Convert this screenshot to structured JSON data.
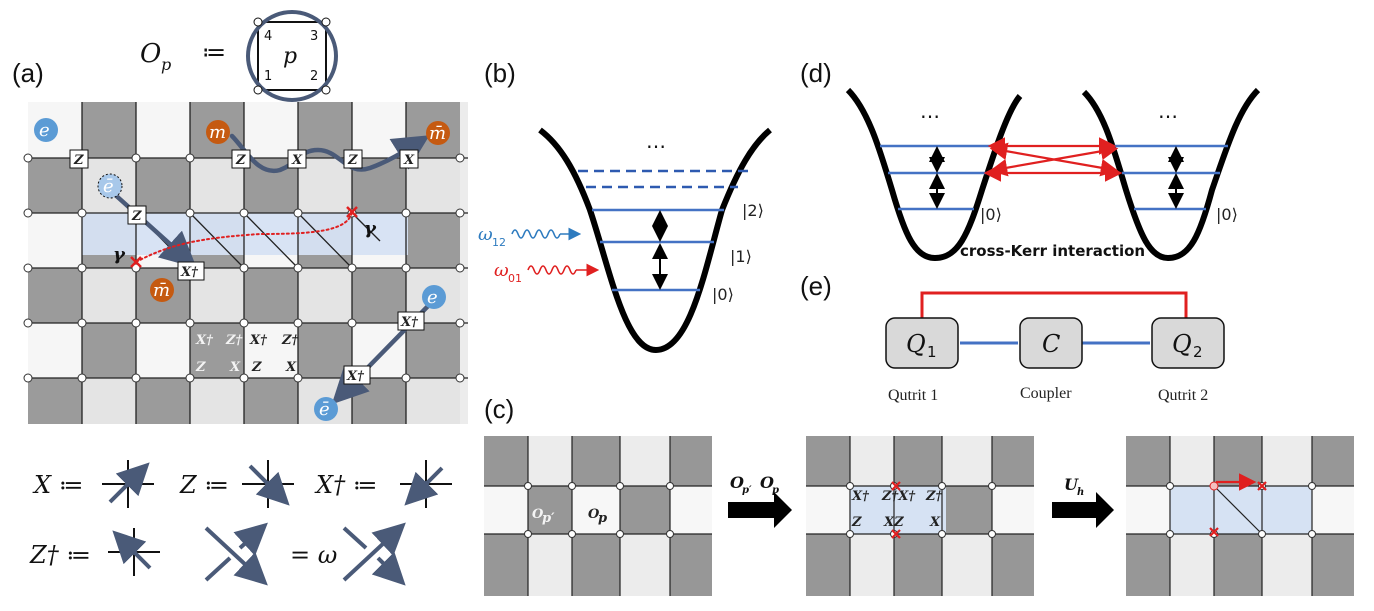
{
  "panels": {
    "a": "(a)",
    "b": "(b)",
    "c": "(c)",
    "d": "(d)",
    "e": "(e)"
  },
  "plaquette_def": {
    "lhs": "O",
    "lhs_sub": "p",
    "assign": "≔",
    "center": "p",
    "corners": [
      "4",
      "3",
      "1",
      "2"
    ]
  },
  "lattice_a": {
    "particles": [
      "e",
      "m",
      "m̄",
      "ē",
      "m̄",
      "e",
      "ē"
    ],
    "ops": [
      "Z",
      "Z",
      "X",
      "Z",
      "X",
      "Z",
      "X†",
      "X†",
      "X†"
    ],
    "gamma": "γ",
    "grid_ops": {
      "row1": [
        "X†",
        "Z†",
        "X†",
        "Z†"
      ],
      "row2": [
        "Z",
        "X",
        "Z",
        "X"
      ]
    }
  },
  "legend_ops": [
    "X ≔",
    "Z ≔",
    "X† ≔",
    "Z† ≔"
  ],
  "braid_rel": "= ω",
  "panel_b": {
    "dots": "…",
    "levels": [
      "|2⟩",
      "|1⟩",
      "|0⟩"
    ],
    "drives": [
      {
        "label": "ω",
        "sub": "12",
        "color": "#2e7bbf"
      },
      {
        "label": "ω",
        "sub": "01",
        "color": "#e02020"
      }
    ]
  },
  "panel_c": {
    "ops_left": [
      "O",
      "O"
    ],
    "ops_left_sub": [
      "p′",
      "p"
    ],
    "arrow1": "O",
    "arrow1_full": [
      "p′",
      "O",
      "p"
    ],
    "arrow2": "U",
    "arrow2_sub": "h",
    "mid_row1": [
      "X†",
      "Z†X†",
      "Z†"
    ],
    "mid_row2": [
      "Z",
      "XZ",
      "X"
    ]
  },
  "panel_d": {
    "dots": [
      "…",
      "…"
    ],
    "kets": [
      "|0⟩",
      "|0⟩"
    ],
    "caption": "cross-Kerr interaction"
  },
  "panel_e": {
    "nodes": [
      "Q",
      "C",
      "Q"
    ],
    "subs": [
      "1",
      "",
      "2"
    ],
    "captions": [
      "Qutrit 1",
      "Coupler",
      "Qutrit 2"
    ]
  },
  "colors": {
    "dark_tile": "#979797",
    "light_tile": "#ececec",
    "white_tile": "#f7f7f7",
    "highlight": "#d6e2f3",
    "blue": "#4472c4",
    "red": "#e02020",
    "particle_e": "#5b9bd5",
    "particle_m": "#c55a11",
    "path": "#4a5a78"
  }
}
